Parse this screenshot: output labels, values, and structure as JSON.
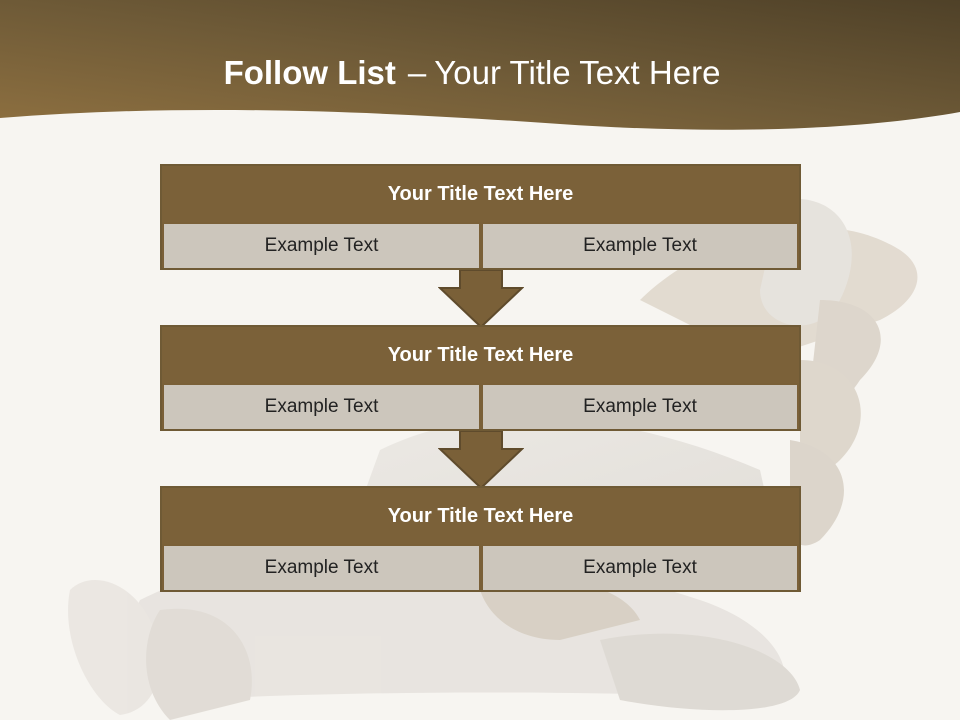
{
  "slide": {
    "title_bold": "Follow List",
    "title_separator": "–",
    "title_rest": "Your Title Text Here"
  },
  "steps": [
    {
      "title": "Your Title Text Here",
      "left": "Example Text",
      "right": "Example Text"
    },
    {
      "title": "Your Title Text Here",
      "left": "Example Text",
      "right": "Example Text"
    },
    {
      "title": "Your Title Text Here",
      "left": "Example Text",
      "right": "Example Text"
    }
  ],
  "colors": {
    "header_brown": "#7a6038",
    "cell_gray": "#ccc6bc",
    "background": "#f7f5f1"
  }
}
